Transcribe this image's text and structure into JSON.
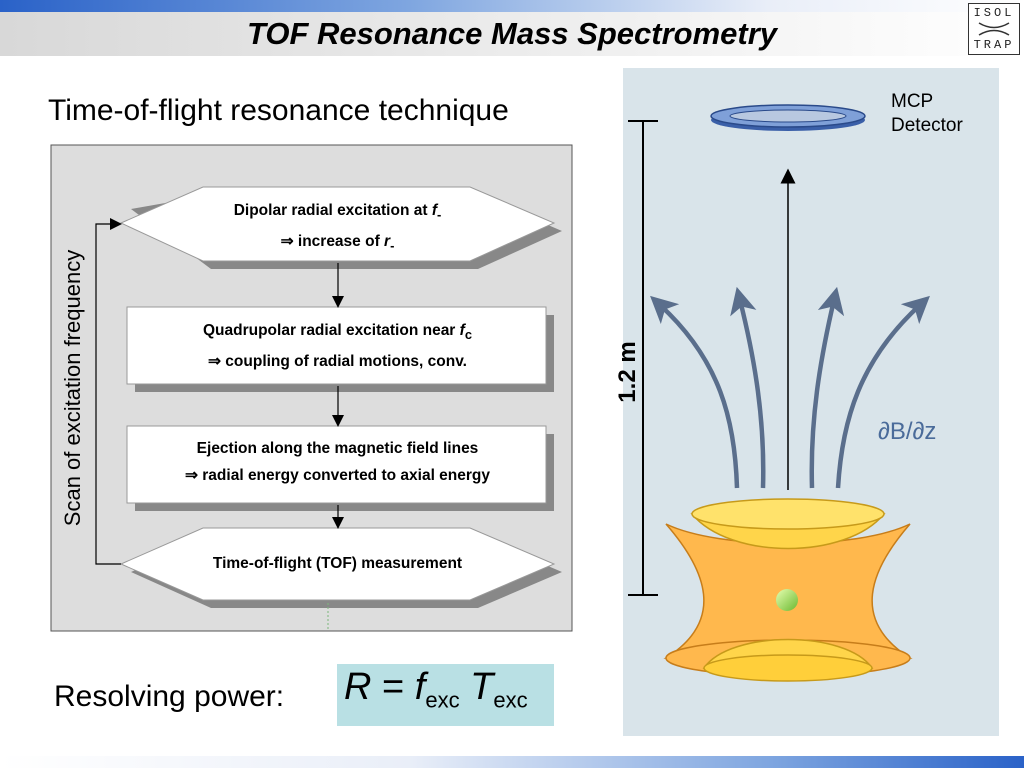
{
  "header": {
    "title": "TOF Resonance Mass Spectrometry",
    "logo_line1": "ISOL",
    "logo_line2": "TRAP"
  },
  "left": {
    "subtitle": "Time-of-flight resonance technique",
    "scan_label": "Scan of excitation frequency",
    "steps": [
      {
        "line1": "Dipolar radial excitation at ",
        "var1": "f",
        "sub1": "-",
        "line2": "⇒ increase of ",
        "var2": "r",
        "sub2": "-"
      },
      {
        "line1": "Quadrupolar radial excitation near ",
        "var1": "f",
        "sub1": "c",
        "line2": "⇒ coupling of radial motions, conv."
      },
      {
        "line1": "Ejection along the magnetic field lines",
        "line2": "⇒ radial energy converted to axial energy"
      },
      {
        "line1": "Time-of-flight (TOF) measurement"
      }
    ],
    "resolving_label": "Resolving power:",
    "formula": {
      "R": "R",
      "eq": " = ",
      "f": "f",
      "sub_f": "exc",
      "T": "T",
      "sub_t": "exc"
    }
  },
  "right": {
    "detector_line1": "MCP",
    "detector_line2": "Detector",
    "length_label": "1.2 m",
    "gradient_label": "∂B/∂z"
  },
  "colors": {
    "panel_bg": "#d9e4ea",
    "box_bg": "#dddddd",
    "arrow": "#5a6e8c",
    "trap": "#ffb84d",
    "trap_top": "#ffe26b",
    "ion": "#9ad94a"
  }
}
